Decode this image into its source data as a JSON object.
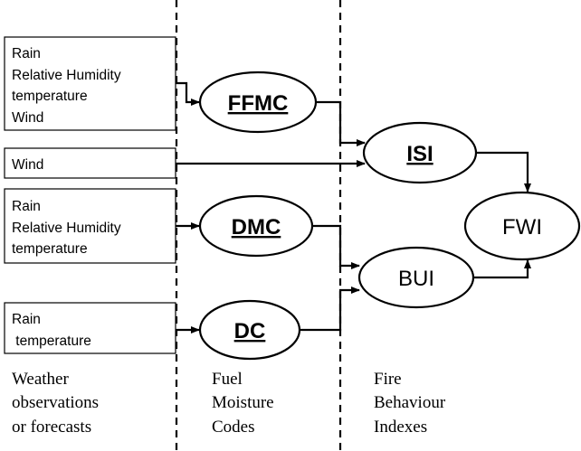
{
  "inputs": [
    {
      "lines": [
        "Rain",
        "Relative Humidity",
        "temperature",
        "Wind"
      ]
    },
    {
      "lines": [
        "Wind"
      ]
    },
    {
      "lines": [
        "Rain",
        "Relative Humidity",
        "temperature"
      ]
    },
    {
      "lines": [
        "Rain",
        " temperature"
      ]
    }
  ],
  "nodes": {
    "ffmc": "FFMC",
    "dmc": "DMC",
    "dc": "DC",
    "isi": "ISI",
    "bui": "BUI",
    "fwi": "FWI"
  },
  "captions": [
    {
      "lines": [
        "Weather",
        "observations",
        "or forecasts"
      ]
    },
    {
      "lines": [
        "Fuel",
        "Moisture",
        "Codes"
      ]
    },
    {
      "lines": [
        "Fire",
        "Behaviour",
        "Indexes"
      ]
    }
  ]
}
